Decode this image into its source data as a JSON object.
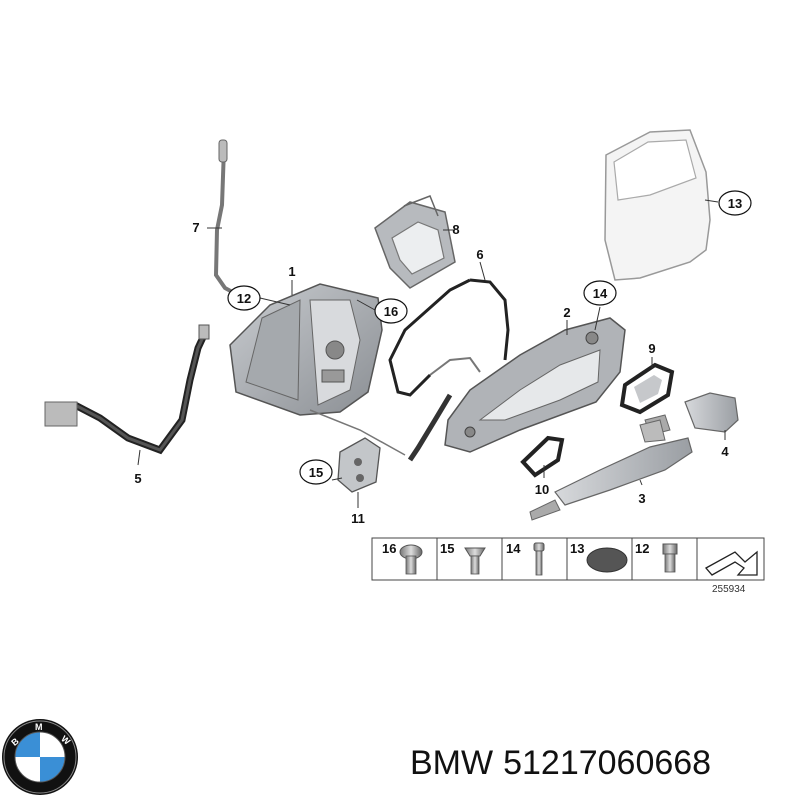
{
  "diagram": {
    "callouts": {
      "c1": "1",
      "c2": "2",
      "c3": "3",
      "c4": "4",
      "c5": "5",
      "c6": "6",
      "c7": "7",
      "c8": "8",
      "c9": "9",
      "c10": "10",
      "c11": "11",
      "c12": "12",
      "c13": "13",
      "c14": "14",
      "c15": "15",
      "c16": "16"
    },
    "legend": {
      "cells": [
        "16",
        "15",
        "14",
        "13",
        "12"
      ],
      "diagram_id": "255934"
    }
  },
  "caption": {
    "brand": "BMW",
    "part_number": "51217060668"
  },
  "logo": {
    "text": "BMW",
    "colors": {
      "blue": "#3a8fd6",
      "white": "#ffffff",
      "black": "#111111"
    }
  }
}
